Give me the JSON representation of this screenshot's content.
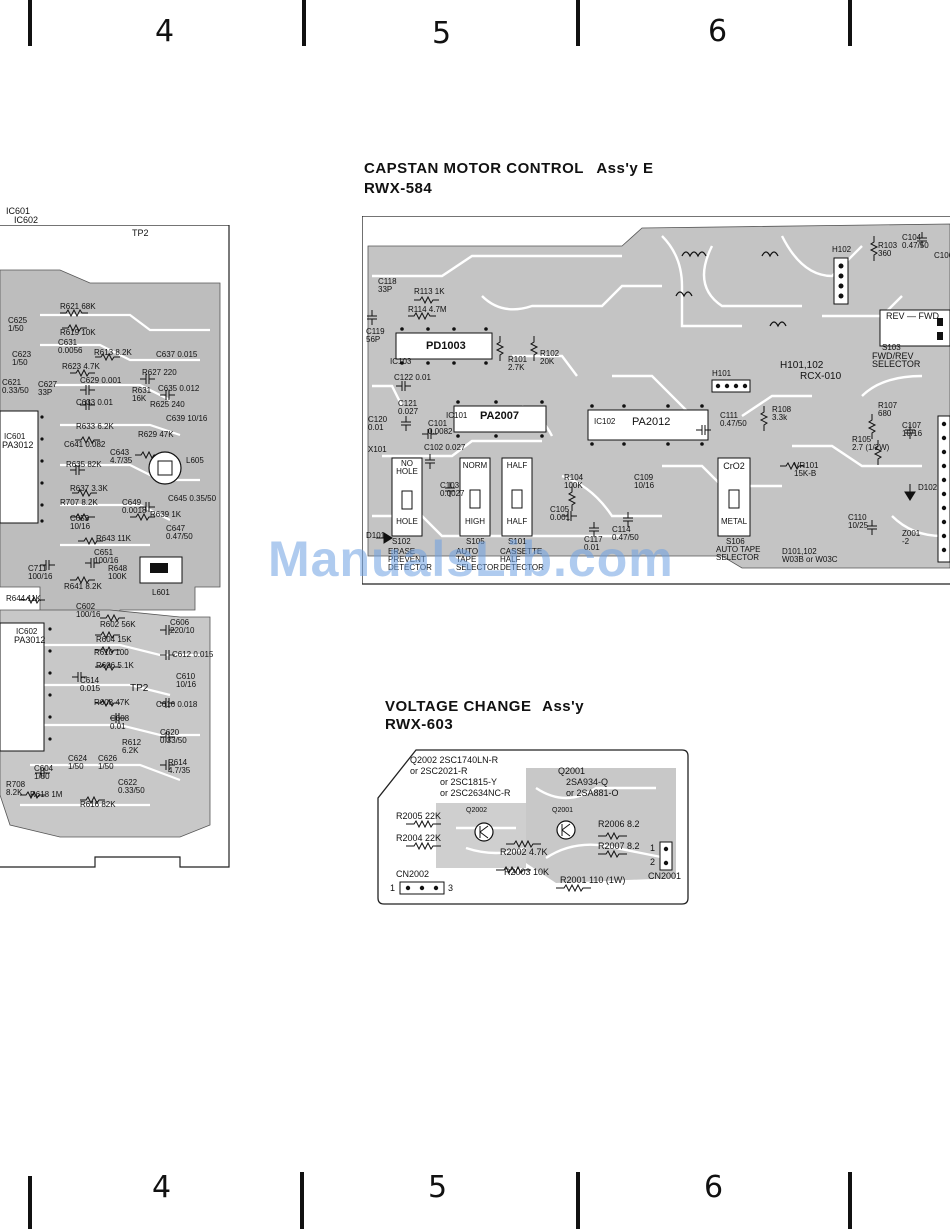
{
  "column_numbers": {
    "top": [
      "4",
      "5",
      "6"
    ],
    "bottom": [
      "4",
      "5",
      "6"
    ]
  },
  "left_board": {
    "ic_labels": [
      "IC601",
      "IC602"
    ],
    "tp_top": "TP2",
    "tp_mid": "TP2",
    "ics": [
      {
        "ref": "IC601",
        "part": "PA3012"
      },
      {
        "ref": "IC602",
        "part": "PA3012"
      }
    ],
    "components": [
      {
        "ref": "R621",
        "val": "68K"
      },
      {
        "ref": "R619",
        "val": "10K"
      },
      {
        "ref": "C631",
        "val": "0.0056"
      },
      {
        "ref": "R613",
        "val": "8.2K"
      },
      {
        "ref": "C637",
        "val": "0.015"
      },
      {
        "ref": "R623",
        "val": "4.7K"
      },
      {
        "ref": "R627",
        "val": "220"
      },
      {
        "ref": "C629",
        "val": "0.001"
      },
      {
        "ref": "R631",
        "val": "16K"
      },
      {
        "ref": "C635",
        "val": "0.012"
      },
      {
        "ref": "C633",
        "val": "0.01"
      },
      {
        "ref": "R625",
        "val": "240"
      },
      {
        "ref": "C639",
        "val": "10/16"
      },
      {
        "ref": "R633",
        "val": "6.2K"
      },
      {
        "ref": "R629",
        "val": "47K"
      },
      {
        "ref": "C641",
        "val": "0.082"
      },
      {
        "ref": "C643",
        "val": "4.7/35"
      },
      {
        "ref": "R635",
        "val": "82K"
      },
      {
        "ref": "L605",
        "val": ""
      },
      {
        "ref": "R637",
        "val": "3.3K"
      },
      {
        "ref": "R707",
        "val": "8.2K"
      },
      {
        "ref": "C649",
        "val": "0.0018"
      },
      {
        "ref": "C645",
        "val": "0.35/50"
      },
      {
        "ref": "R639",
        "val": "1K"
      },
      {
        "ref": "C653",
        "val": "10/16"
      },
      {
        "ref": "R643",
        "val": "11K"
      },
      {
        "ref": "C647",
        "val": "0.47/50"
      },
      {
        "ref": "C651",
        "val": "100/16"
      },
      {
        "ref": "C711",
        "val": "100/16"
      },
      {
        "ref": "R641",
        "val": "8.2K"
      },
      {
        "ref": "R648",
        "val": "100K"
      },
      {
        "ref": "L601",
        "val": ""
      },
      {
        "ref": "R644",
        "val": "11K"
      },
      {
        "ref": "C602",
        "val": "100/16"
      },
      {
        "ref": "R602",
        "val": "56K"
      },
      {
        "ref": "C606",
        "val": "220/10"
      },
      {
        "ref": "R604",
        "val": "15K"
      },
      {
        "ref": "R610",
        "val": "100"
      },
      {
        "ref": "C612",
        "val": "0.015"
      },
      {
        "ref": "R606",
        "val": "5.1K"
      },
      {
        "ref": "C614",
        "val": "0.015"
      },
      {
        "ref": "C610",
        "val": "10/16"
      },
      {
        "ref": "R608",
        "val": "47K"
      },
      {
        "ref": "C616",
        "val": "0.018"
      },
      {
        "ref": "C608",
        "val": "0.01"
      },
      {
        "ref": "R612",
        "val": "6.2K"
      },
      {
        "ref": "C620",
        "val": "0.33/50"
      },
      {
        "ref": "C624",
        "val": "1/50"
      },
      {
        "ref": "C626",
        "val": "1/50"
      },
      {
        "ref": "C622",
        "val": "0.33/50"
      },
      {
        "ref": "R614",
        "val": "4.7/35"
      },
      {
        "ref": "C604",
        "val": "1/50"
      },
      {
        "ref": "R708",
        "val": "8.2K"
      },
      {
        "ref": "R618",
        "val": "1M"
      },
      {
        "ref": "R616",
        "val": "82K"
      },
      {
        "ref": "C625",
        "val": "1/50"
      },
      {
        "ref": "C623",
        "val": "1/50"
      },
      {
        "ref": "C621",
        "val": "0.33/50"
      },
      {
        "ref": "C627",
        "val": "33P"
      }
    ]
  },
  "capstan": {
    "title": "CAPSTAN MOTOR CONTROL",
    "assy": "Ass'y E",
    "part_no": "RWX-584",
    "ics": [
      {
        "ref": "IC103",
        "part": "PD1003"
      },
      {
        "ref": "IC101",
        "part": "PA2007"
      },
      {
        "ref": "IC102",
        "part": "PA2012"
      }
    ],
    "connectors": [
      "H102",
      "H101",
      "H101,102",
      "RCX-010"
    ],
    "switches": [
      {
        "ref": "S102",
        "top": "NO HOLE",
        "bottom": "HOLE",
        "caption": "ERASE PREVENT DETECTOR"
      },
      {
        "ref": "S105",
        "top": "NORM",
        "bottom": "HIGH",
        "caption": "AUTO TAPE SELECTOR"
      },
      {
        "ref": "S101",
        "top": "HALF",
        "bottom": "HALF",
        "caption": "CASSETTE HALF DETECTOR"
      },
      {
        "ref": "S106",
        "top": "CrO2",
        "bottom": "METAL",
        "caption": "AUTO TAPE SELECTOR"
      },
      {
        "ref": "S103",
        "top": "REV — FWD",
        "bottom": "",
        "caption": "FWD/REV SELECTOR"
      }
    ],
    "components": [
      {
        "ref": "C118",
        "val": "33P"
      },
      {
        "ref": "R113",
        "val": "1K"
      },
      {
        "ref": "R114",
        "val": "4.7M"
      },
      {
        "ref": "C119",
        "val": "56P"
      },
      {
        "ref": "R101",
        "val": "2.7K"
      },
      {
        "ref": "R102",
        "val": "20K"
      },
      {
        "ref": "C122",
        "val": "0.01"
      },
      {
        "ref": "C121",
        "val": "0.027"
      },
      {
        "ref": "C120",
        "val": "0.01"
      },
      {
        "ref": "C101",
        "val": "0.0082"
      },
      {
        "ref": "C102",
        "val": "0.027"
      },
      {
        "ref": "C103",
        "val": "0.0027"
      },
      {
        "ref": "X101",
        "val": ""
      },
      {
        "ref": "R104",
        "val": "100K"
      },
      {
        "ref": "C105",
        "val": "0.001"
      },
      {
        "ref": "C117",
        "val": "0.01"
      },
      {
        "ref": "C109",
        "val": "10/16"
      },
      {
        "ref": "C114",
        "val": "0.47/50"
      },
      {
        "ref": "C111",
        "val": "0.47/50"
      },
      {
        "ref": "R108",
        "val": "3.3k"
      },
      {
        "ref": "VR101",
        "val": "15K-B"
      },
      {
        "ref": "R103",
        "val": "360"
      },
      {
        "ref": "C104",
        "val": "0.47/50"
      },
      {
        "ref": "C106",
        "val": ""
      },
      {
        "ref": "R107",
        "val": "680"
      },
      {
        "ref": "R105",
        "val": "2.7 (1/2W)"
      },
      {
        "ref": "C107",
        "val": "10/16"
      },
      {
        "ref": "C110",
        "val": "10/25"
      },
      {
        "ref": "D101",
        "val": ""
      },
      {
        "ref": "D102",
        "val": ""
      },
      {
        "ref": "D101,102",
        "val": "W03B or W03C"
      },
      {
        "ref": "Z001",
        "val": "-2"
      }
    ]
  },
  "voltage": {
    "title": "VOLTAGE CHANGE",
    "assy": "Ass'y",
    "part_no": "RWX-603",
    "q2002": {
      "ref": "Q2002",
      "parts": [
        "2SC1740LN-R",
        "or 2SC2021-R",
        "or 2SC1815-Y",
        "or 2SC2634NC-R"
      ]
    },
    "q2001": {
      "ref": "Q2001",
      "parts": [
        "2SA934-Q",
        "or 2SA881-O"
      ]
    },
    "resistors": [
      {
        "ref": "R2005",
        "val": "22K"
      },
      {
        "ref": "R2004",
        "val": "22K"
      },
      {
        "ref": "R2002",
        "val": "4.7K"
      },
      {
        "ref": "R2003",
        "val": "10K"
      },
      {
        "ref": "R2006",
        "val": "8.2"
      },
      {
        "ref": "R2007",
        "val": "8.2"
      },
      {
        "ref": "R2001",
        "val": "110 (1W)"
      }
    ],
    "connectors": [
      {
        "ref": "CN2002",
        "pins": [
          "1",
          "3"
        ]
      },
      {
        "ref": "CN2001",
        "pins": [
          "1",
          "2"
        ]
      }
    ]
  },
  "watermark": "ManualsLib.com"
}
